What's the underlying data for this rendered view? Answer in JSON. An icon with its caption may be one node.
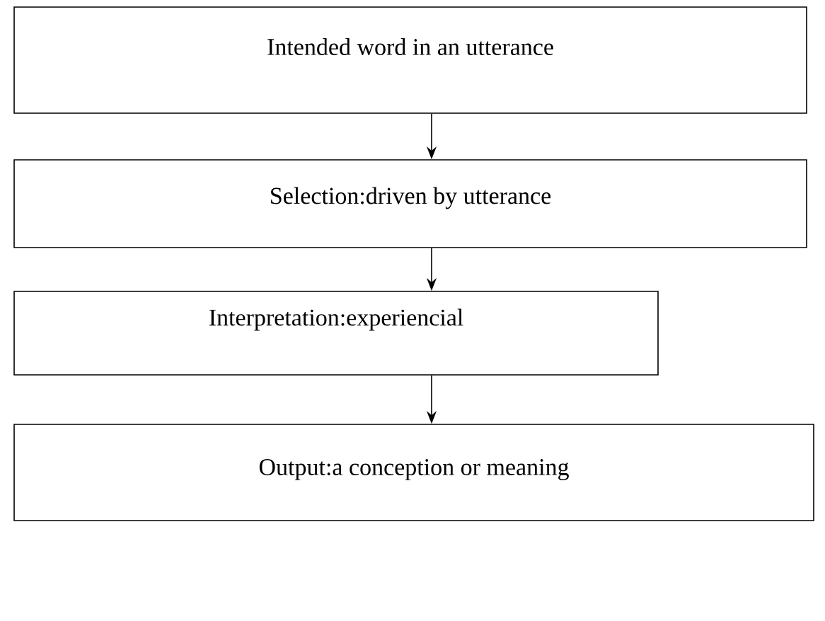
{
  "diagram": {
    "nodes": [
      {
        "text": [
          "Intended word in an utterance"
        ]
      },
      {
        "text": [
          "Selection:driven by utterance"
        ]
      },
      {
        "text": [
          "Interpretation:experiencial"
        ]
      },
      {
        "text": [
          "Output:a conception or meaning"
        ]
      }
    ],
    "edges": [
      {
        "from": 0,
        "to": 1,
        "arrow": "to"
      },
      {
        "from": 1,
        "to": 2,
        "arrow": "to"
      },
      {
        "from": 2,
        "to": 3,
        "arrow": "to"
      }
    ]
  }
}
